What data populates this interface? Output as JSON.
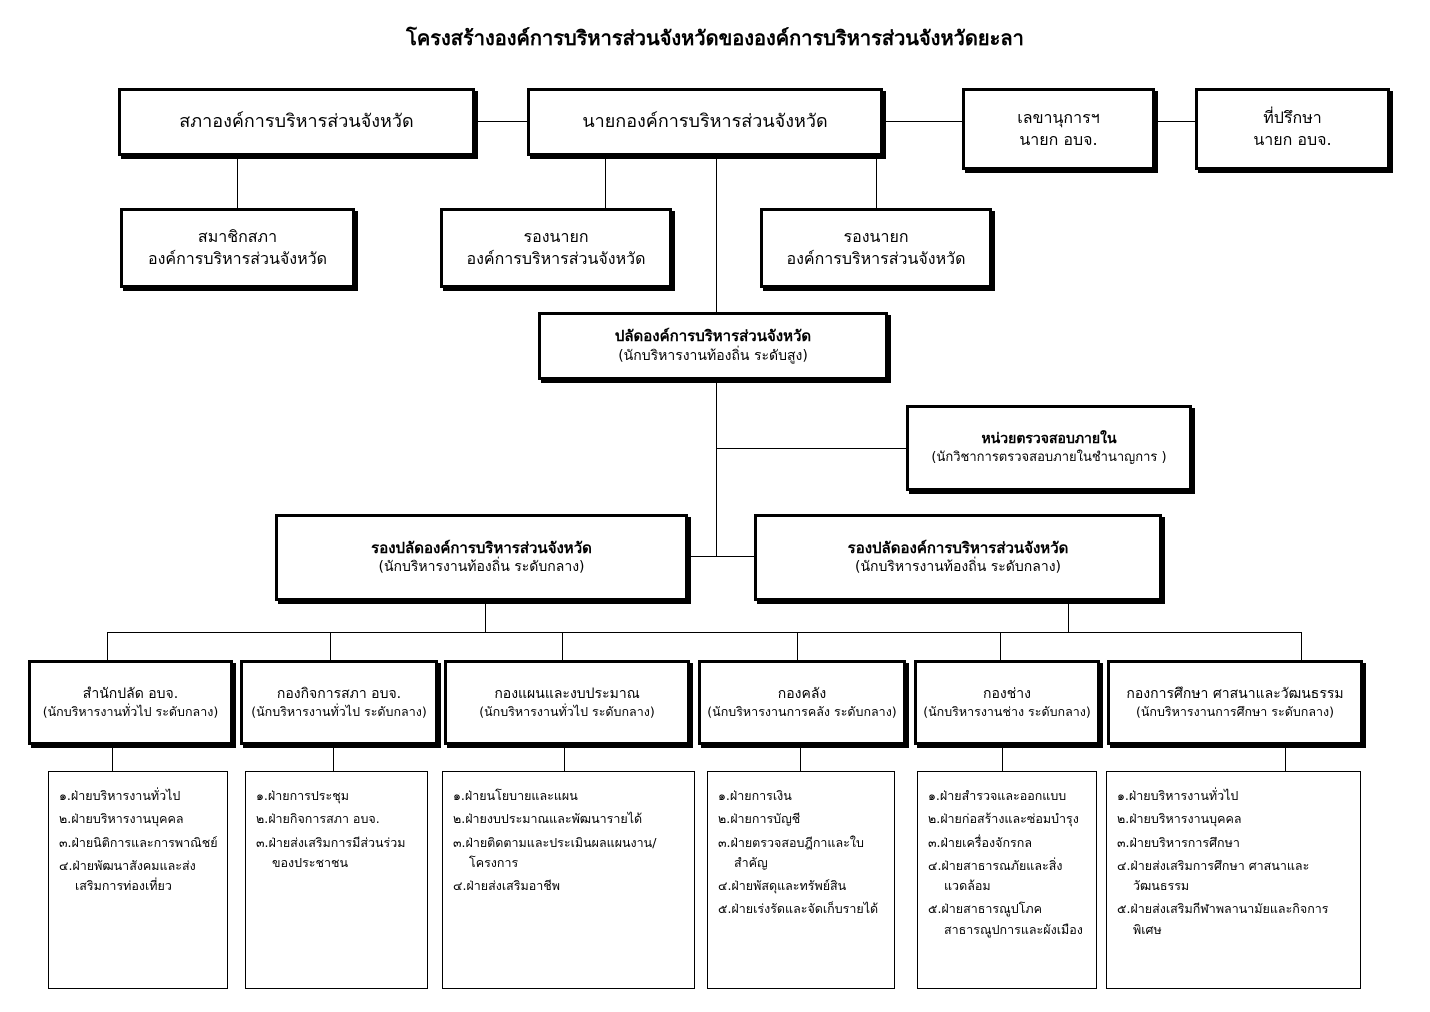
{
  "title": "โครงสร้างองค์การบริหารส่วนจังหวัดขององค์การบริหารส่วนจังหวัดยะลา",
  "nodes": {
    "council": {
      "line1": "สภาองค์การบริหารส่วนจังหวัด",
      "line2": ""
    },
    "chief": {
      "line1": "นายกองค์การบริหารส่วนจังหวัด",
      "line2": ""
    },
    "secretary": {
      "line1": "เลขานุการฯ",
      "line2": "นายก อบจ."
    },
    "advisor": {
      "line1": "ที่ปรึกษา",
      "line2": "นายก อบจ."
    },
    "council_member": {
      "line1": "สมาชิกสภา",
      "line2": "องค์การบริหารส่วนจังหวัด"
    },
    "deputy_chief_1": {
      "line1": "รองนายก",
      "line2": "องค์การบริหารส่วนจังหวัด"
    },
    "deputy_chief_2": {
      "line1": "รองนายก",
      "line2": "องค์การบริหารส่วนจังหวัด"
    },
    "clerk": {
      "line1": "ปลัดองค์การบริหารส่วนจังหวัด",
      "line2": "(นักบริหารงานท้องถิ่น  ระดับสูง)"
    },
    "internal_audit": {
      "line1": "หน่วยตรวจสอบภายใน",
      "line2": "(นักวิชาการตรวจสอบภายในชำนาญการ )"
    },
    "deputy_clerk_1": {
      "line1": "รองปลัดองค์การบริหารส่วนจังหวัด",
      "line2": "(นักบริหารงานท้องถิ่น  ระดับกลาง)"
    },
    "deputy_clerk_2": {
      "line1": "รองปลัดองค์การบริหารส่วนจังหวัด",
      "line2": "(นักบริหารงานท้องถิ่น  ระดับกลาง)"
    }
  },
  "divisions": [
    {
      "name": "สำนักปลัด  อบจ.",
      "rank": "(นักบริหารงานทั่วไป ระดับกลาง)",
      "sections": [
        "๑.ฝ่ายบริหารงานทั่วไป",
        "๒.ฝ่ายบริหารงานบุคคล",
        "๓.ฝ่ายนิติการและการพาณิชย์",
        "๔.ฝ่ายพัฒนาสังคมและส่งเสริมการท่องเที่ยว"
      ]
    },
    {
      "name": "กองกิจการสภา  อบจ.",
      "rank": "(นักบริหารงานทั่วไป ระดับกลาง)",
      "sections": [
        "๑.ฝ่ายการประชุม",
        "๒.ฝ่ายกิจการสภา อบจ.",
        "๓.ฝ่ายส่งเสริมการมีส่วนร่วมของประชาชน"
      ]
    },
    {
      "name": "กองแผนและงบประมาณ",
      "rank": "(นักบริหารงานทั่วไป ระดับกลาง)",
      "sections": [
        "๑.ฝ่ายนโยบายและแผน",
        "๒.ฝ่ายงบประมาณและพัฒนารายได้",
        "๓.ฝ่ายติดตามและประเมินผลแผนงาน/โครงการ",
        "๔.ฝ่ายส่งเสริมอาชีพ"
      ]
    },
    {
      "name": "กองคลัง",
      "rank": "(นักบริหารงานการคลัง  ระดับกลาง)",
      "sections": [
        "๑.ฝ่ายการเงิน",
        "๒.ฝ่ายการบัญชี",
        "๓.ฝ่ายตรวจสอบฎีกาและใบสำคัญ",
        "๔.ฝ่ายพัสดุและทรัพย์สิน",
        "๕.ฝ่ายเร่งรัดและจัดเก็บรายได้"
      ]
    },
    {
      "name": "กองช่าง",
      "rank": "(นักบริหารงานช่าง  ระดับกลาง)",
      "sections": [
        "๑.ฝ่ายสำรวจและออกแบบ",
        "๒.ฝ่ายก่อสร้างและซ่อมบำรุง",
        "๓.ฝ่ายเครื่องจักรกล",
        "๔.ฝ่ายสาธารณภัยและสิ่งแวดล้อม",
        "๕.ฝ่ายสาธารณูปโภค สาธารณูปการและผังเมือง"
      ]
    },
    {
      "name": "กองการศึกษา ศาสนาและวัฒนธรรม",
      "rank": "(นักบริหารงานการศึกษา  ระดับกลาง)",
      "sections": [
        "๑.ฝ่ายบริหารงานทั่วไป",
        "๒.ฝ่ายบริหารงานบุคคล",
        "๓.ฝ่ายบริหารการศึกษา",
        "๔.ฝ่ายส่งเสริมการศึกษา ศาสนาและวัฒนธรรม",
        "๕.ฝ่ายส่งเสริมกีฬาพลานามัยและกิจการพิเศษ"
      ]
    }
  ],
  "colors": {
    "line": "#000000",
    "box_border": "#000000",
    "background": "#ffffff"
  }
}
